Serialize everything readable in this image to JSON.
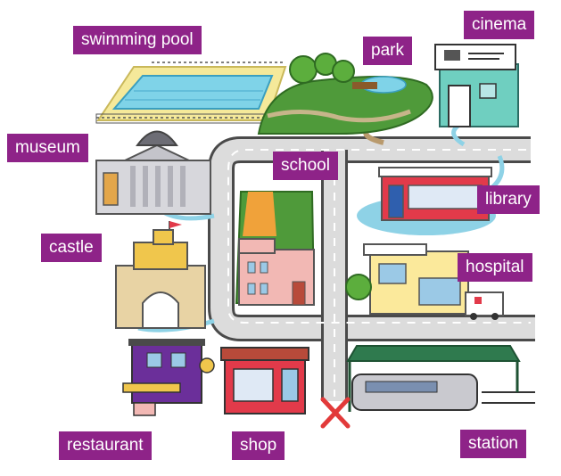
{
  "colors": {
    "label_bg": "#8e2388",
    "label_text": "#ffffff",
    "road": "#dcdcdc",
    "road_edge": "#4a4a4a",
    "grass": "#4f9a3a",
    "water": "#7fd3e8"
  },
  "labels": {
    "swimming_pool": "swimming pool",
    "park": "park",
    "cinema": "cinema",
    "museum": "museum",
    "school": "school",
    "library": "library",
    "castle": "castle",
    "hospital": "hospital",
    "restaurant": "restaurant",
    "shop": "shop",
    "station": "station"
  },
  "marker": {
    "icon": "red-x-icon"
  }
}
